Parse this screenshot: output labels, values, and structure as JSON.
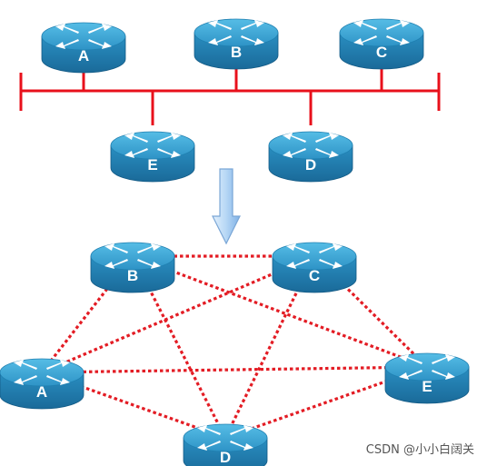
{
  "top_network": {
    "routers": [
      {
        "id": "top-router-a",
        "label": "A"
      },
      {
        "id": "top-router-b",
        "label": "B"
      },
      {
        "id": "top-router-c",
        "label": "C"
      },
      {
        "id": "top-router-e",
        "label": "E"
      },
      {
        "id": "top-router-d",
        "label": "D"
      }
    ]
  },
  "mesh_network": {
    "routers": [
      {
        "id": "mesh-router-b",
        "label": "B"
      },
      {
        "id": "mesh-router-c",
        "label": "C"
      },
      {
        "id": "mesh-router-a",
        "label": "A"
      },
      {
        "id": "mesh-router-e",
        "label": "E"
      },
      {
        "id": "mesh-router-d",
        "label": "D"
      }
    ],
    "links": [
      [
        "B",
        "C"
      ],
      [
        "B",
        "A"
      ],
      [
        "B",
        "E"
      ],
      [
        "B",
        "D"
      ],
      [
        "C",
        "A"
      ],
      [
        "C",
        "E"
      ],
      [
        "C",
        "D"
      ],
      [
        "A",
        "E"
      ],
      [
        "A",
        "D"
      ],
      [
        "E",
        "D"
      ]
    ]
  },
  "colors": {
    "bus_line": "#e8101b",
    "link": "#e31c24",
    "router_top": "#2f9dce",
    "router_side": "#1e79a9",
    "arrow": "#a9cdf1"
  },
  "watermark": "CSDN @小小白阔关"
}
